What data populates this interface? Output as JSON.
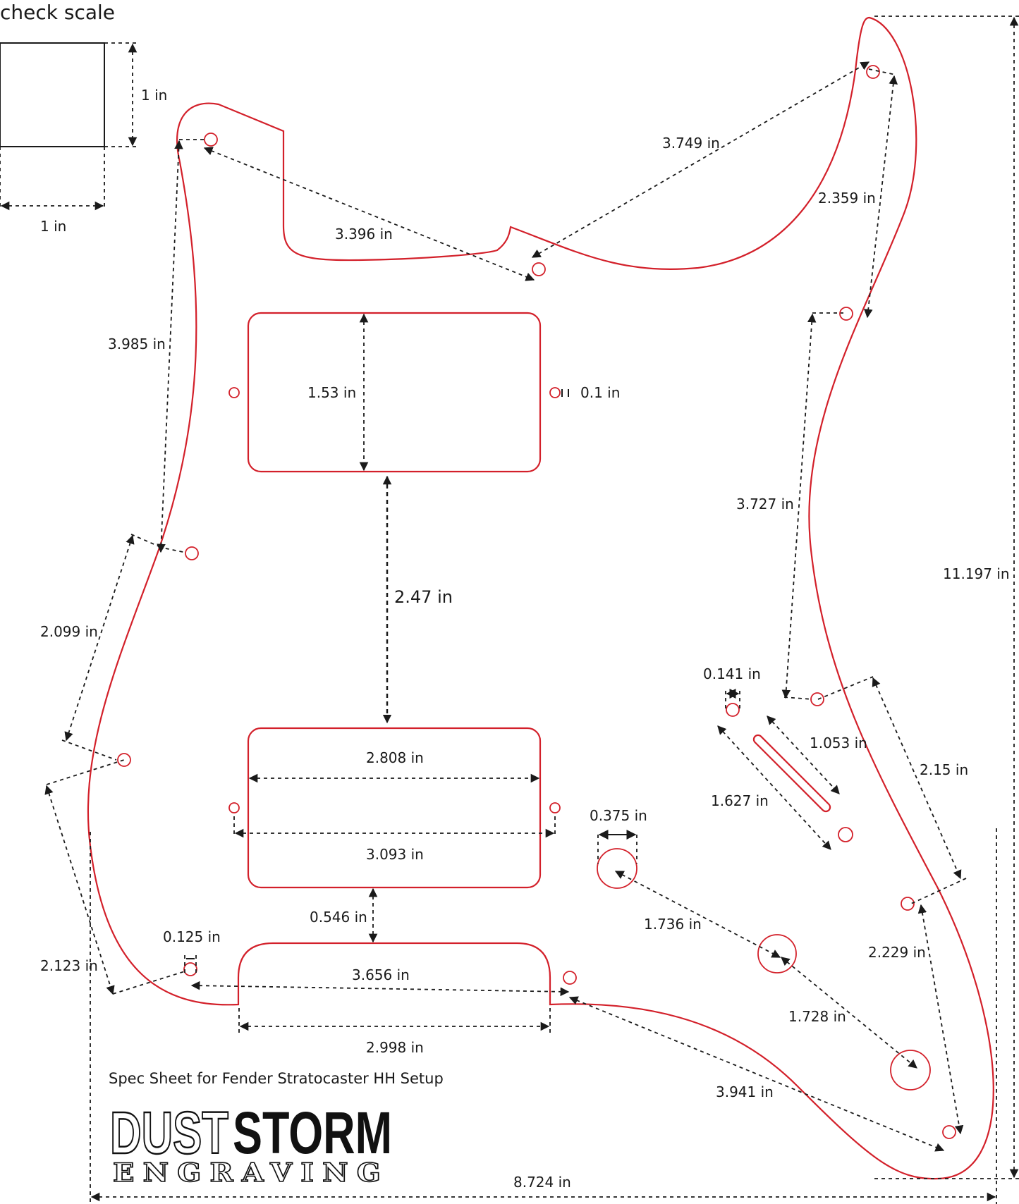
{
  "header": {
    "title": "check scale"
  },
  "scale_square": {
    "height_label": "1 in",
    "width_label": "1 in"
  },
  "dimensions": {
    "d_3_396": "3.396 in",
    "d_3_749": "3.749 in",
    "d_2_359": "2.359 in",
    "d_3_985": "3.985 in",
    "d_1_53": "1.53 in",
    "d_0_1": "0.1 in",
    "d_2_47": "2.47 in",
    "d_3_727": "3.727 in",
    "d_11_197": "11.197 in",
    "d_2_099": "2.099 in",
    "d_0_141": "0.141 in",
    "d_1_053": "1.053 in",
    "d_2_15": "2.15 in",
    "d_2_808": "2.808 in",
    "d_1_627": "1.627 in",
    "d_0_375": "0.375 in",
    "d_3_093": "3.093 in",
    "d_1_736": "1.736 in",
    "d_0_546": "0.546 in",
    "d_0_125": "0.125 in",
    "d_2_229": "2.229 in",
    "d_2_123": "2.123 in",
    "d_3_656": "3.656 in",
    "d_1_728": "1.728 in",
    "d_2_998": "2.998 in",
    "d_3_941": "3.941 in",
    "d_8_724": "8.724 in"
  },
  "spec_title": "Spec Sheet for Fender Stratocaster HH Setup",
  "logo": {
    "word1": "DUST",
    "word2": "STORM",
    "sub": "ENGRAVING"
  },
  "colors": {
    "outline": "#d3202a",
    "dimension": "#1a1a1a",
    "background": "#ffffff"
  }
}
